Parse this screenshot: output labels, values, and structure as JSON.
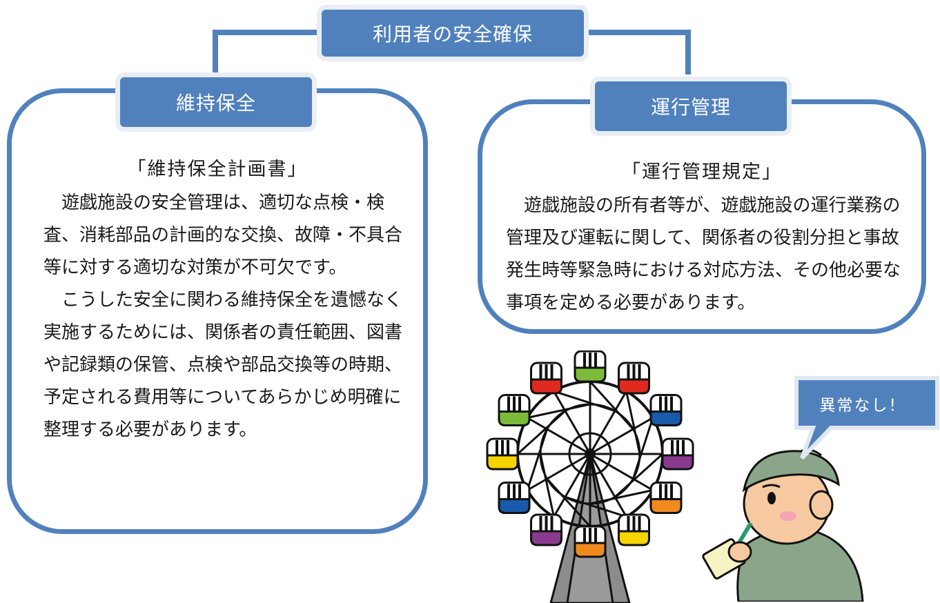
{
  "top": {
    "title": "利用者の安全確保"
  },
  "left_panel": {
    "label": "維持保全",
    "heading": "「維持保全計画書」",
    "paragraphs": [
      "遊戯施設の安全管理は、適切な点検・検査、消耗部品の計画的な交換、故障・不具合等に対する適切な対策が不可欠です。",
      "こうした安全に関わる維持保全を遺憾なく実施するためには、関係者の責任範囲、図書や記録類の保管、点検や部品交換等の時期、予定される費用等についてあらかじめ明確に整理する必要があります。"
    ]
  },
  "right_panel": {
    "label": "運行管理",
    "heading": "「運行管理規定」",
    "paragraphs": [
      "遊戯施設の所有者等が、遊戯施設の運行業務の管理及び運転に関して、関係者の役割分担と事故発生時等緊急時における対応方法、その他必要な事項を定める必要があります。"
    ]
  },
  "speech_bubble": {
    "text": "異常なし！"
  },
  "colors": {
    "accent": "#5081bd",
    "gondolas": [
      "#7cbb3a",
      "#e02a20",
      "#1a5aaa",
      "#8a3a8e",
      "#f08a1e",
      "#f5d400",
      "#f08a1e",
      "#8a3a8e",
      "#1a5aaa",
      "#f5d400",
      "#7cbb3a",
      "#e02a20"
    ]
  }
}
